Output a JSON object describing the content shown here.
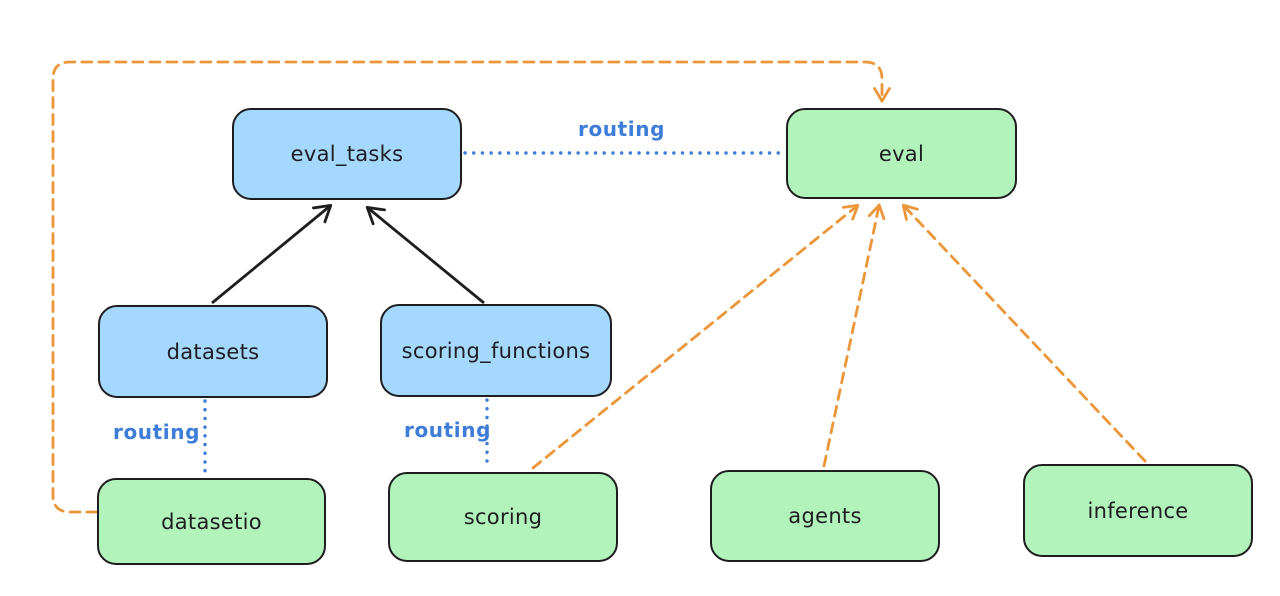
{
  "diagram": {
    "nodes": {
      "eval_tasks": {
        "label": "eval_tasks",
        "type": "api"
      },
      "datasets": {
        "label": "datasets",
        "type": "api"
      },
      "scoring_functions": {
        "label": "scoring_functions",
        "type": "api"
      },
      "eval": {
        "label": "eval",
        "type": "provider"
      },
      "datasetio": {
        "label": "datasetio",
        "type": "provider"
      },
      "scoring": {
        "label": "scoring",
        "type": "provider"
      },
      "agents": {
        "label": "agents",
        "type": "provider"
      },
      "inference": {
        "label": "inference",
        "type": "provider"
      }
    },
    "edge_labels": {
      "eval_tasks_to_eval": "routing",
      "datasets_to_datasetio": "routing",
      "scoring_functions_to_scoring": "routing"
    },
    "edges": [
      {
        "from": "datasets",
        "to": "eval_tasks",
        "style": "solid",
        "color": "black",
        "arrow": true,
        "label": ""
      },
      {
        "from": "scoring_functions",
        "to": "eval_tasks",
        "style": "solid",
        "color": "black",
        "arrow": true,
        "label": ""
      },
      {
        "from": "eval_tasks",
        "to": "eval",
        "style": "dotted",
        "color": "blue",
        "arrow": false,
        "label": "routing"
      },
      {
        "from": "datasets",
        "to": "datasetio",
        "style": "dotted",
        "color": "blue",
        "arrow": false,
        "label": "routing"
      },
      {
        "from": "scoring_functions",
        "to": "scoring",
        "style": "dotted",
        "color": "blue",
        "arrow": false,
        "label": "routing"
      },
      {
        "from": "datasetio",
        "to": "eval",
        "style": "dashed",
        "color": "orange",
        "arrow": true,
        "label": ""
      },
      {
        "from": "scoring",
        "to": "eval",
        "style": "dashed",
        "color": "orange",
        "arrow": true,
        "label": ""
      },
      {
        "from": "agents",
        "to": "eval",
        "style": "dashed",
        "color": "orange",
        "arrow": true,
        "label": ""
      },
      {
        "from": "inference",
        "to": "eval",
        "style": "dashed",
        "color": "orange",
        "arrow": true,
        "label": ""
      }
    ],
    "colors": {
      "api_fill": "#a5d8ff",
      "provider_fill": "#b2f2bb",
      "stroke": "#1e1e1e",
      "routing_blue": "#3d7cd9",
      "orange": "#eb9639",
      "background": "#ffffff"
    }
  }
}
